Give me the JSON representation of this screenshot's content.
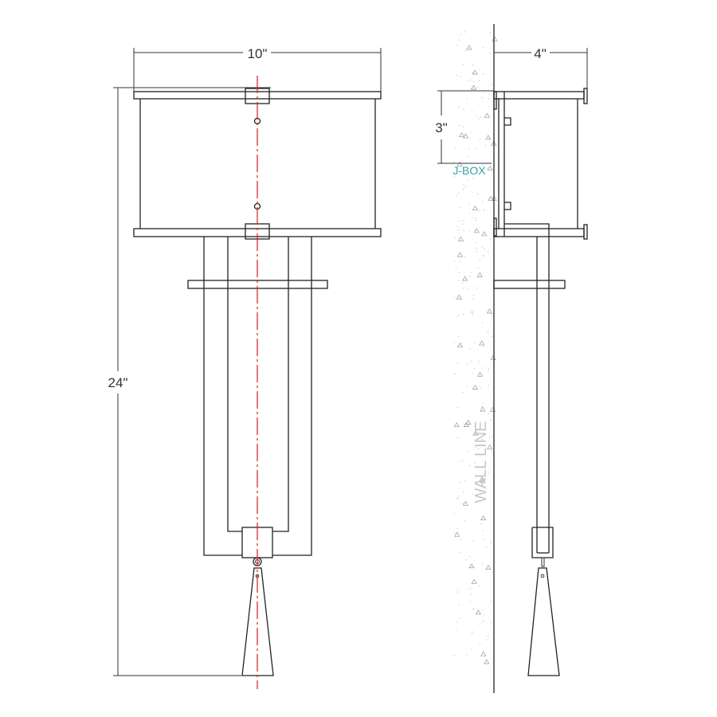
{
  "front_view": {
    "width_label": "10\"",
    "height_label": "24\""
  },
  "side_view": {
    "depth_label": "4\"",
    "jbox_offset_label": "3\"",
    "jbox_label": "J-BOX",
    "wall_label": "WALL LINE"
  },
  "colors": {
    "line": "#222222",
    "centerline": "#d42020",
    "jbox": "#3aa0a0",
    "wall_text": "#c8c8c8"
  }
}
